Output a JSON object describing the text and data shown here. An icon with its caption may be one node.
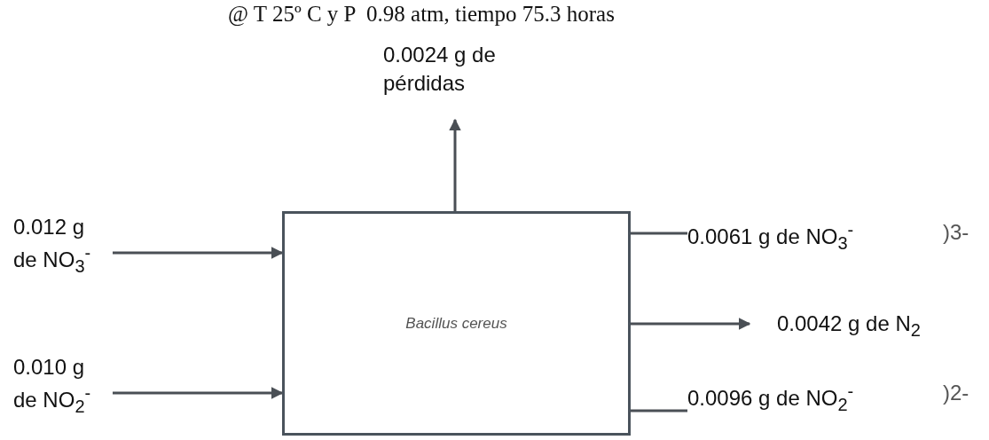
{
  "diagram": {
    "title": "@ T 25º C y P  0.98 atm, tiempo 75.3 horas",
    "nodes": [
      {
        "text": [
          "Bacillus cereus"
        ]
      },
      {
        "text": [
          "0.0024 g de pérdidas"
        ]
      },
      {
        "text": [
          "0.012 g de NO$_{3}$$^{-}$"
        ]
      },
      {
        "text": [
          "0.010 g de NO$_{2}$$^{-}$"
        ]
      },
      {
        "text": [
          "0.0061 g de NO$_{3}$$^{-}$"
        ]
      },
      {
        "text": [
          "0.0042 g de N$_{2}$"
        ]
      },
      {
        "text": [
          "0.0096 g de NO$_{2}$$^{-}$"
        ]
      }
    ],
    "edges": [
      {
        "from": 2,
        "to": 0,
        "arrow": "to"
      },
      {
        "from": 3,
        "to": 0,
        "arrow": "to"
      },
      {
        "from": 0,
        "to": 1,
        "arrow": "to"
      },
      {
        "from": 0,
        "to": 4,
        "arrow": "none"
      },
      {
        "from": 0,
        "to": 5,
        "arrow": "to"
      },
      {
        "from": 0,
        "to": 6,
        "arrow": "none"
      }
    ],
    "labels": [
      ")3-",
      ")2-"
    ]
  }
}
